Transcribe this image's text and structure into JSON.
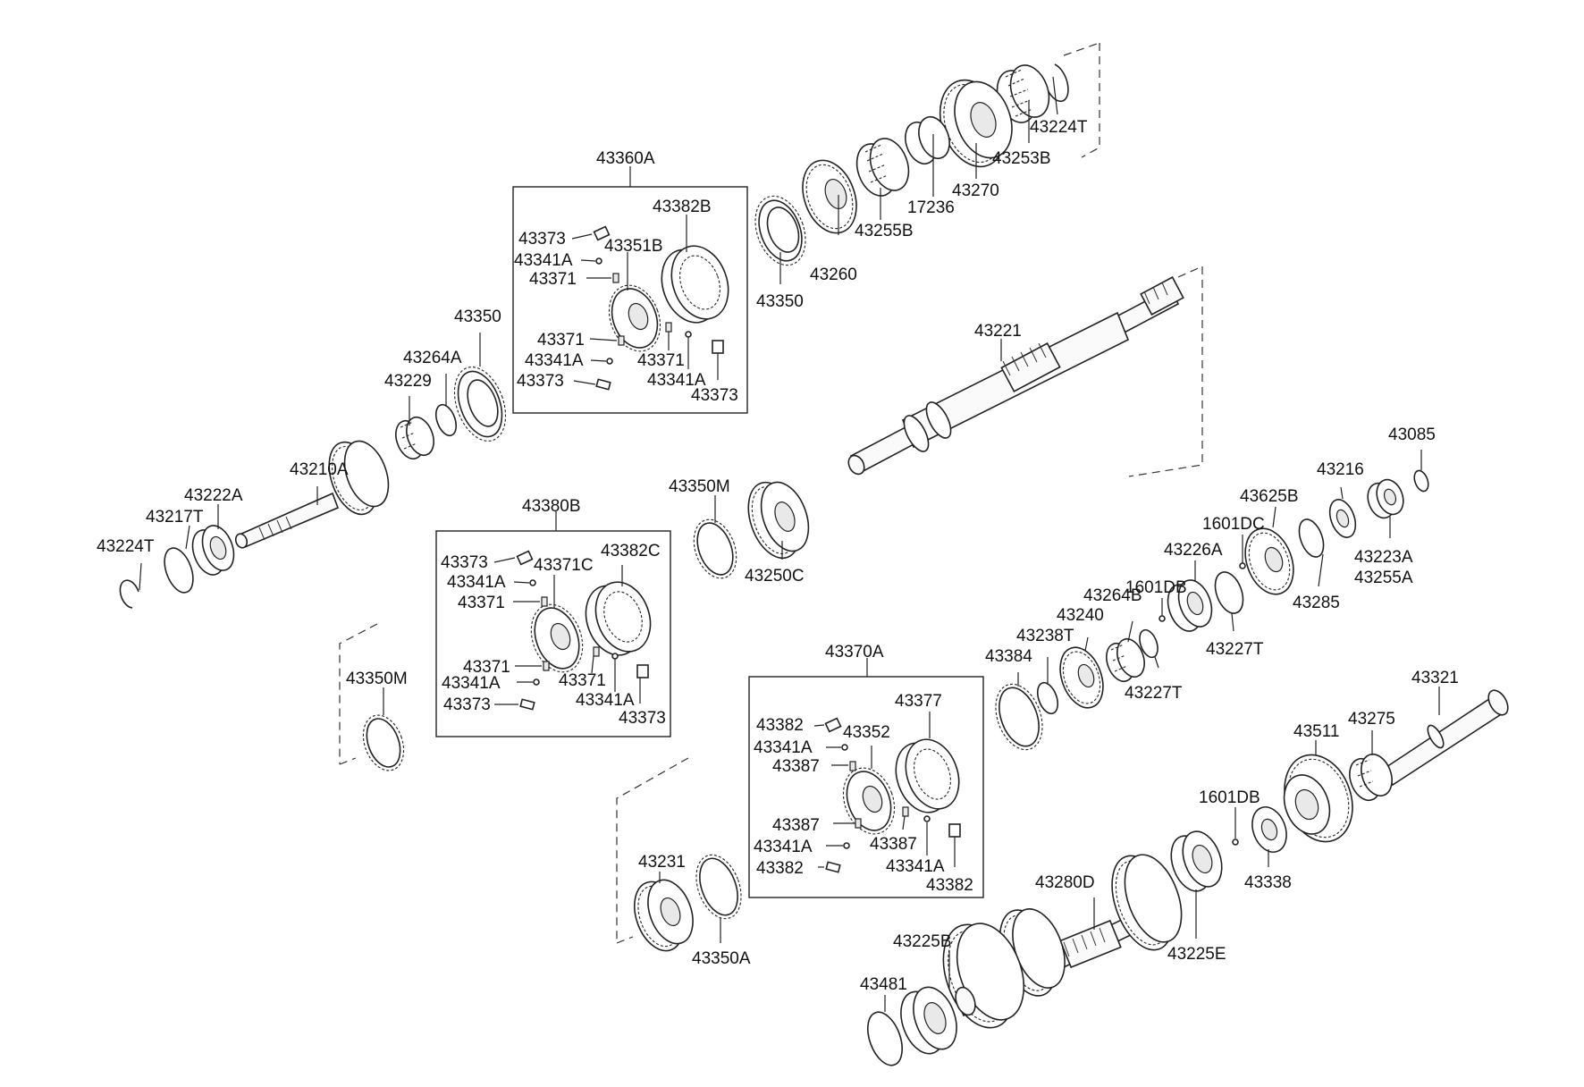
{
  "diagram": {
    "labels": {
      "p43360A": "43360A",
      "p43382B": "43382B",
      "p43373_a": "43373",
      "p43341A_a": "43341A",
      "p43351B": "43351B",
      "p43371_a": "43371",
      "p43371_b": "43371",
      "p43341A_b": "43341A",
      "p43371_c": "43371",
      "p43341A_c": "43341A",
      "p43373_b": "43373",
      "p43373_c": "43373",
      "p43350_top": "43350",
      "p43260": "43260",
      "p43255B": "43255B",
      "p17236": "17236",
      "p43270": "43270",
      "p43253B": "43253B",
      "p43224T_top": "43224T",
      "p43350_left": "43350",
      "p43264A": "43264A",
      "p43229": "43229",
      "p43210A": "43210A",
      "p43222A": "43222A",
      "p43217T": "43217T",
      "p43224T_left": "43224T",
      "p43221": "43221",
      "p43350M_mid": "43350M",
      "p43250C": "43250C",
      "p43380B": "43380B",
      "p43373_d": "43373",
      "p43371C": "43371C",
      "p43382C": "43382C",
      "p43341A_d": "43341A",
      "p43371_d": "43371",
      "p43371_e": "43371",
      "p43341A_e": "43341A",
      "p43371_f": "43371",
      "p43341A_f": "43341A",
      "p43373_e": "43373",
      "p43373_f": "43373",
      "p43350M_left": "43350M",
      "p43085": "43085",
      "p43216": "43216",
      "p43625B": "43625B",
      "p1601DC": "1601DC",
      "p43226A": "43226A",
      "p1601DB_a": "1601DB",
      "p43264B": "43264B",
      "p43240": "43240",
      "p43238T": "43238T",
      "p43384": "43384",
      "p43223A": "43223A",
      "p43255A": "43255A",
      "p43285": "43285",
      "p43227T_a": "43227T",
      "p43227T_b": "43227T",
      "p43370A": "43370A",
      "p43377": "43377",
      "p43382_a": "43382",
      "p43352": "43352",
      "p43341A_g": "43341A",
      "p43387_a": "43387",
      "p43387_b": "43387",
      "p43387_c": "43387",
      "p43341A_h": "43341A",
      "p43341A_i": "43341A",
      "p43382_b": "43382",
      "p43382_c": "43382",
      "p43321": "43321",
      "p43275": "43275",
      "p43511": "43511",
      "p1601DB_b": "1601DB",
      "p43338": "43338",
      "p43231": "43231",
      "p43350A": "43350A",
      "p43280D": "43280D",
      "p43225E": "43225E",
      "p43225B": "43225B",
      "p43481": "43481"
    }
  }
}
